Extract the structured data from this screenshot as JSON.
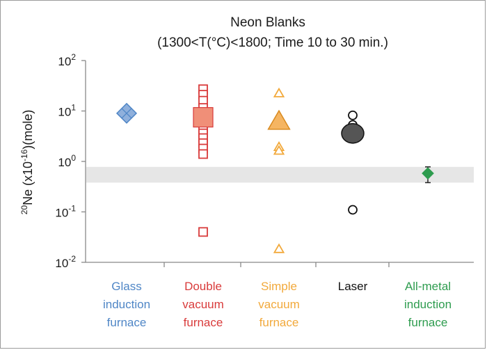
{
  "chart_data": {
    "type": "scatter",
    "title": "Neon Blanks",
    "subtitle": "(1300<T(°C)<1800; Time 10 to 30 min.)",
    "ylabel": {
      "sup_pre": "20",
      "main": "Ne (x10",
      "sup_exp": "-16",
      "post": ")(mole)"
    },
    "yscale": "log",
    "ylim": [
      0.01,
      100
    ],
    "yticks": [
      {
        "value": 100,
        "base": "10",
        "exp": "2"
      },
      {
        "value": 10,
        "base": "10",
        "exp": "1"
      },
      {
        "value": 1,
        "base": "10",
        "exp": "0"
      },
      {
        "value": 0.1,
        "base": "10",
        "exp": "-1"
      },
      {
        "value": 0.01,
        "base": "10",
        "exp": "-2"
      }
    ],
    "shaded_band": {
      "ymin": 0.38,
      "ymax": 0.78,
      "color": "#e6e6e6"
    },
    "categories": [
      {
        "label": [
          "Glass",
          "induction",
          "furnace"
        ],
        "color": "#4f86c6",
        "fill": "#8fb0dc",
        "marker": "diamond",
        "points": [],
        "mean": 9,
        "error": null
      },
      {
        "label": [
          "Double",
          "vacuum",
          "furnace"
        ],
        "color": "#d93b3b",
        "fill": "#f08f78",
        "marker": "square",
        "points": [
          27,
          21,
          16,
          11.5,
          8.5,
          6,
          4.5,
          3.6,
          2.9,
          2.3,
          1.8,
          1.4,
          0.04
        ],
        "mean": 7.5,
        "error": null
      },
      {
        "label": [
          "Simple",
          "vacuum",
          "furnace"
        ],
        "color": "#f2a93b",
        "fill": "#f5b562",
        "marker": "triangle",
        "points": [
          22,
          1.9,
          1.6,
          0.018
        ],
        "mean": 6,
        "error": null
      },
      {
        "label": [
          "Laser"
        ],
        "color": "#111111",
        "fill": "#555555",
        "marker": "circle",
        "points": [
          8.2,
          5.3,
          4.6,
          3.9,
          3.3,
          2.8,
          0.11
        ],
        "mean": 3.6,
        "error": null
      },
      {
        "label": [
          "All-metal",
          "induction",
          "furnace"
        ],
        "color": "#2e9c4f",
        "fill": "#2e9c4f",
        "marker": "diamond",
        "points": [],
        "mean": 0.58,
        "error": [
          0.38,
          0.78
        ]
      }
    ]
  }
}
